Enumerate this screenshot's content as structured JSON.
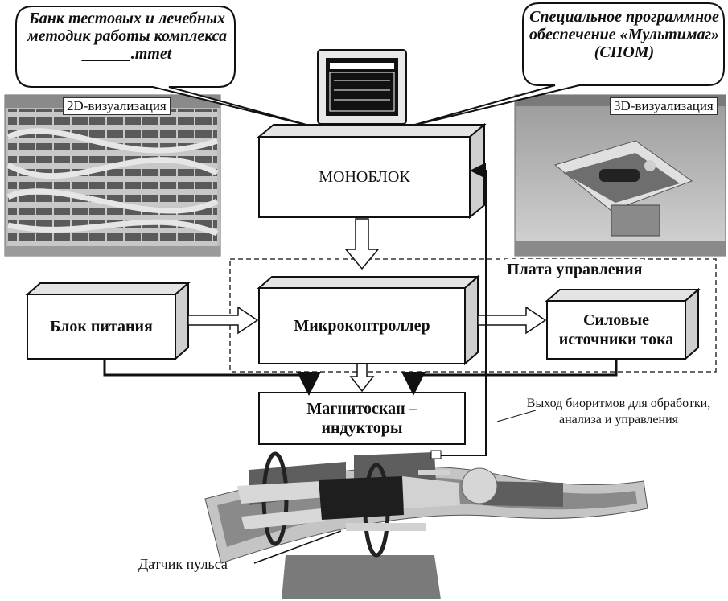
{
  "bubble_left": "Банк тестовых и лечебных методик работы комплекса ______.mmet",
  "bubble_right": "Специальное программное обеспечение «Мультимаг» (СПОМ)",
  "label_2d": "2D-визуализация",
  "label_3d": "3D-визуализация",
  "box_monoblock": "МОНОБЛОК",
  "box_power": "Блок питания",
  "box_mcu": "Микроконтроллер",
  "box_current": "Силовые источники тока",
  "box_inductors": "Магнитоскан – индукторы",
  "plate_label": "Плата управления",
  "bio_output": "Выход биоритмов для обработки, анализа и управления",
  "pulse_sensor": "Датчик пульса"
}
